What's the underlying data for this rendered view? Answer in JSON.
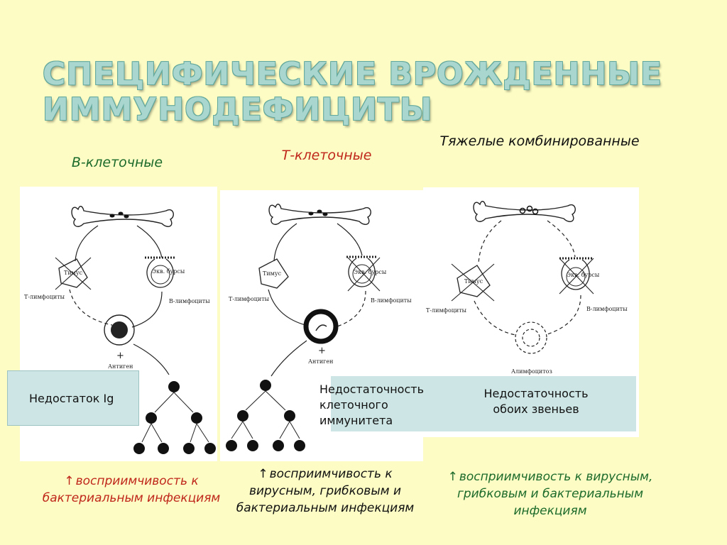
{
  "title": {
    "line1": "СПЕЦИФИЧЕСКИЕ ВРОЖДЕННЫЕ",
    "line2": "ИММУНОДЕФИЦИТЫ"
  },
  "columns": [
    {
      "heading": "В-клеточные",
      "heading_color": "#1d6b2b",
      "note": "Недостаток Ig",
      "susceptibility": {
        "arrow": "↑",
        "text": "восприимчивость к бактериальным инфекциям",
        "color": "#c0271b"
      }
    },
    {
      "heading": "Т-клеточные",
      "heading_color": "#c0271b",
      "note": "Недостаточность клеточного иммунитета",
      "susceptibility": {
        "arrow": "↑",
        "text": "восприимчивость к вирусным, грибковым и бактериальным инфекциям",
        "color": "#111111"
      }
    },
    {
      "heading": "Тяжелые комбинированные",
      "heading_color": "#111111",
      "note": "Недостаточность обоих звеньев",
      "susceptibility": {
        "arrow": "↑",
        "text": "восприимчивость к вирусным, грибковым и бактериальным инфекциям",
        "color": "#1d6b2b"
      }
    }
  ],
  "diagram_labels": {
    "thymus": "Тимус",
    "bursa": "Экв. бурсы",
    "t_lymphocytes": "Т-лимфоциты",
    "b_lymphocytes": "В-лимфоциты",
    "plus": "+",
    "antigen": "Антиген",
    "alymphocytosis": "Алимфоцитоз"
  },
  "colors": {
    "background": "#fcfcc4",
    "title_fill": "#a9d6cf",
    "note_fill": "#cde6e5"
  }
}
